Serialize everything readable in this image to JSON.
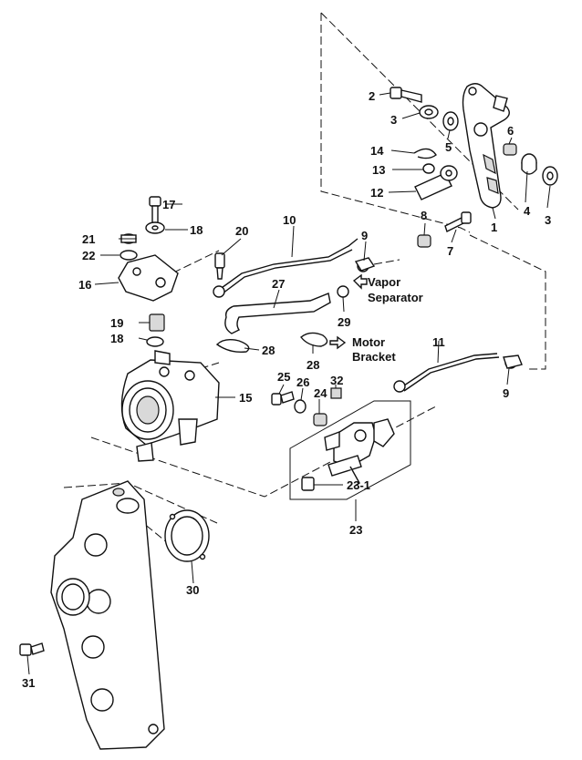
{
  "callouts": {
    "n1": "1",
    "n2": "2",
    "n3a": "3",
    "n3b": "3",
    "n4": "4",
    "n5": "5",
    "n6": "6",
    "n7": "7",
    "n8": "8",
    "n9a": "9",
    "n9b": "9",
    "n10": "10",
    "n11": "11",
    "n12": "12",
    "n13": "13",
    "n14": "14",
    "n15": "15",
    "n16": "16",
    "n17": "17",
    "n18a": "18",
    "n18b": "18",
    "n19": "19",
    "n20": "20",
    "n21": "21",
    "n22": "22",
    "n23": "23",
    "n23_1": "23-1",
    "n24": "24",
    "n25": "25",
    "n26": "26",
    "n27": "27",
    "n28a": "28",
    "n28b": "28",
    "n29": "29",
    "n30": "30",
    "n31": "31",
    "n32": "32"
  },
  "notes": {
    "vapor_line1": "Vapor",
    "vapor_line2": "Separator",
    "motor_line1": "Motor",
    "motor_line2": "Bracket"
  }
}
